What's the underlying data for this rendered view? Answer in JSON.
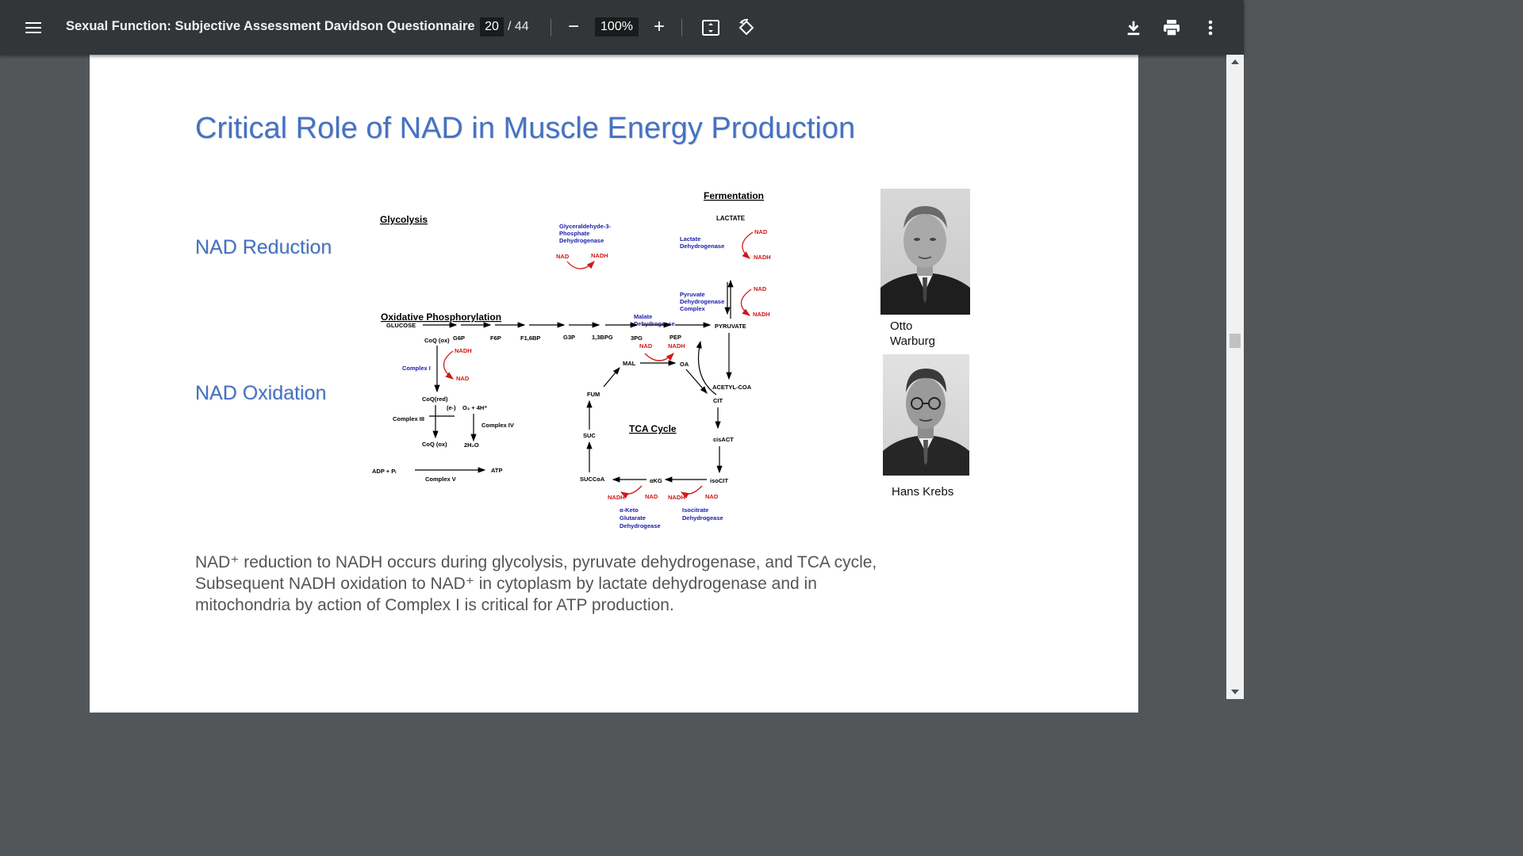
{
  "toolbar": {
    "doc_title": "Sexual Function: Subjective Assessment Davidson Questionnaire",
    "current_page": "20",
    "page_sep": "/",
    "total_pages": "44",
    "zoom_out": "−",
    "zoom": "100%",
    "zoom_in": "+"
  },
  "slide": {
    "title": "Critical Role of NAD in Muscle Energy Production",
    "label_reduction": "NAD Reduction",
    "label_oxidation": "NAD Oxidation",
    "caption_1": "Otto Warburg",
    "caption_2": "Hans Krebs",
    "body_line1": "NAD⁺ reduction to NADH occurs during glycolysis, pyruvate dehydrogenase, and TCA cycle,",
    "body_line2": "Subsequent NADH oxidation to NAD⁺ in cytoplasm by lactate dehydrogenase and in",
    "body_line3": "mitochondria by action of Complex I is critical for ATP production."
  },
  "diagram": {
    "fermentation": "Fermentation",
    "glycolysis": "Glycolysis",
    "lactate": "LACTATE",
    "gapdh": [
      "Glyceraldehyde-3-",
      "Phosphate",
      "Dehydrogenase"
    ],
    "ldh": [
      "Lactate",
      "Dehydrogenase"
    ],
    "pdh": [
      "Pyruvate",
      "Dehydrogenase",
      "Complex"
    ],
    "mdh": [
      "Malate",
      "Dehydrogease"
    ],
    "akgdh": [
      "α-Keto",
      "Glutarate",
      "Dehydrogease"
    ],
    "idh": [
      "Isocitrate",
      "Dehydrogease"
    ],
    "nad": "NAD",
    "nadh": "NADH",
    "glucose": "GLUCOSE",
    "g6p": "G6P",
    "f6p": "F6P",
    "f16bp": "F1,6BP",
    "g3p": "G3P",
    "bpg": "1,3BPG",
    "pg3": "3PG",
    "pep": "PEP",
    "pyruvate": "PYRUVATE",
    "acetyl_coa": "ACETYL-COA",
    "oxphos": "Oxidative Phosphorylation",
    "coq_ox": "CoQ (ox)",
    "coq_red": "CoQ(red)",
    "complex_1": "Complex I",
    "complex_3": "Complex III",
    "complex_4": "Complex IV",
    "complex_5": "Complex V",
    "electron": "(e-)",
    "o2": "O₂ + 4H⁺",
    "water": "2H₂O",
    "adp": "ADP  +  Pᵢ",
    "atp": "ATP",
    "tca": "TCA Cycle",
    "mal": "MAL",
    "oa": "OA",
    "cit": "CIT",
    "cisact": "cisACT",
    "isocit": "isoCIT",
    "akg": "αKG",
    "succoa": "SUCCoA",
    "suc": "SUC",
    "fum": "FUM"
  },
  "colors": {
    "toolbar_bg": "#323639",
    "viewer_bg": "#525659",
    "title_blue": "#4472c4",
    "enzyme_blue": "#1a1aaa",
    "cofactor_red": "#d01818"
  }
}
